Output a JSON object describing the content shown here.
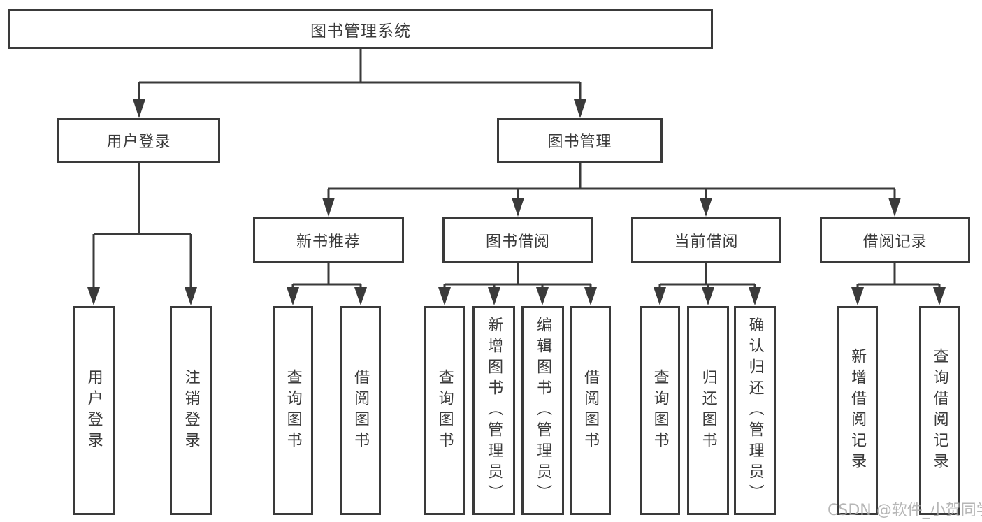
{
  "diagram": {
    "root": {
      "label": "图书管理系统"
    },
    "nodes": [
      {
        "label": "用户登录",
        "leaves": [
          "用户登录",
          "注销登录"
        ]
      },
      {
        "label": "图书管理",
        "groups": [
          {
            "label": "新书推荐",
            "leaves": [
              "查询图书",
              "借阅图书"
            ]
          },
          {
            "label": "图书借阅",
            "leaves": [
              "查询图书",
              "新增图书（管理员）",
              "编辑图书（管理员）",
              "借阅图书"
            ]
          },
          {
            "label": "当前借阅",
            "leaves": [
              "查询图书",
              "归还图书",
              "确认归还（管理员）"
            ]
          },
          {
            "label": "借阅记录",
            "leaves": [
              "新增借阅记录",
              "查询借阅记录"
            ]
          }
        ]
      }
    ]
  },
  "watermark": {
    "text": "CSDN @软件_小贺同学"
  },
  "colors": {
    "line": "#3a3a3a",
    "text": "#3a3a3a",
    "watermark": "#aaaaaa",
    "box_fill": "#ffffff"
  }
}
